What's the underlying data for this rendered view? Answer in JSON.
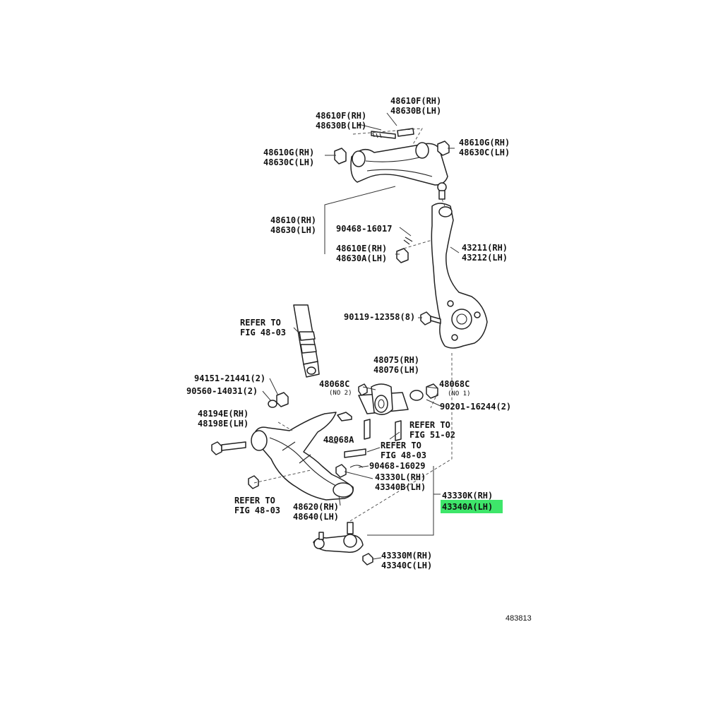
{
  "diagram": {
    "catalog_number": "483813",
    "highlight_color": "#3ee66a",
    "labels": {
      "upper_bolt_right": [
        "48610F(RH)",
        "48630B(LH)"
      ],
      "upper_bolt_left": [
        "48610F(RH)",
        "48630B(LH)"
      ],
      "upper_nut_right": [
        "48610G(RH)",
        "48630C(LH)"
      ],
      "upper_nut_left": [
        "48610G(RH)",
        "48630C(LH)"
      ],
      "upper_arm": [
        "48610(RH)",
        "48630(LH)"
      ],
      "upper_cotter_pin": "90468-16017",
      "upper_ball_joint": [
        "48610E(RH)",
        "48630A(LH)"
      ],
      "knuckle": [
        "43211(RH)",
        "43212(LH)"
      ],
      "knuckle_bolt": "90119-12358(8)",
      "refer_shock": [
        "REFER TO",
        "FIG 48-03"
      ],
      "stab_nut": "94151-21441(2)",
      "stab_washer": "90560-14031(2)",
      "bushing_bolt": [
        "48194E(RH)",
        "48198E(LH)"
      ],
      "rear_bushing": [
        "48075(RH)",
        "48076(LH)"
      ],
      "washer_no2": "48068C",
      "washer_no2_note": "(NO 2)",
      "washer_no1": "48068C",
      "washer_no1_note": "(NO 1)",
      "bushing_nut": "90201-16244(2)",
      "washer_a": "48068A",
      "refer_51_02": [
        "REFER TO",
        "FIG 51-02"
      ],
      "refer_48_03_mid": [
        "REFER TO",
        "FIG 48-03"
      ],
      "lower_cotter_pin": "90468-16029",
      "lower_ball_joint_upper": [
        "43330L(RH)",
        "43340B(LH)"
      ],
      "refer_48_03_low": [
        "REFER TO",
        "FIG 48-03"
      ],
      "lower_arm": [
        "48620(RH)",
        "48640(LH)"
      ],
      "lower_ball_joint": [
        "43330K(RH)",
        "43340A(LH)"
      ],
      "lower_ball_joint_bolt": [
        "43330M(RH)",
        "43340C(LH)"
      ]
    }
  }
}
